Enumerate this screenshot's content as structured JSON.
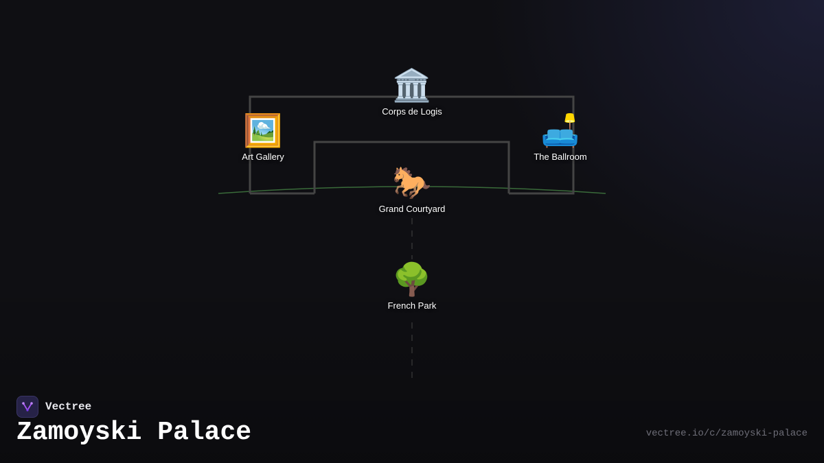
{
  "brand": {
    "name": "Vectree"
  },
  "title": "Zamoyski Palace",
  "url": "vectree.io/c/zamoyski-palace",
  "colors": {
    "background": "#0f0f13",
    "path": "#444444",
    "ground": "#3a6b3a",
    "dash": "#444444"
  },
  "nodes": {
    "corps": {
      "icon": "classical-building-icon",
      "emoji": "🏛️",
      "label": "Corps de Logis"
    },
    "gallery": {
      "icon": "framed-picture-icon",
      "emoji": "🖼️",
      "label": "Art Gallery"
    },
    "ballroom": {
      "icon": "couch-and-lamp-icon",
      "emoji": "🛋️",
      "label": "The Ballroom"
    },
    "courtyard": {
      "icon": "horse-icon",
      "emoji": "🐎",
      "label": "Grand Courtyard"
    },
    "park": {
      "icon": "deciduous-tree-icon",
      "emoji": "🌳",
      "label": "French Park"
    }
  }
}
